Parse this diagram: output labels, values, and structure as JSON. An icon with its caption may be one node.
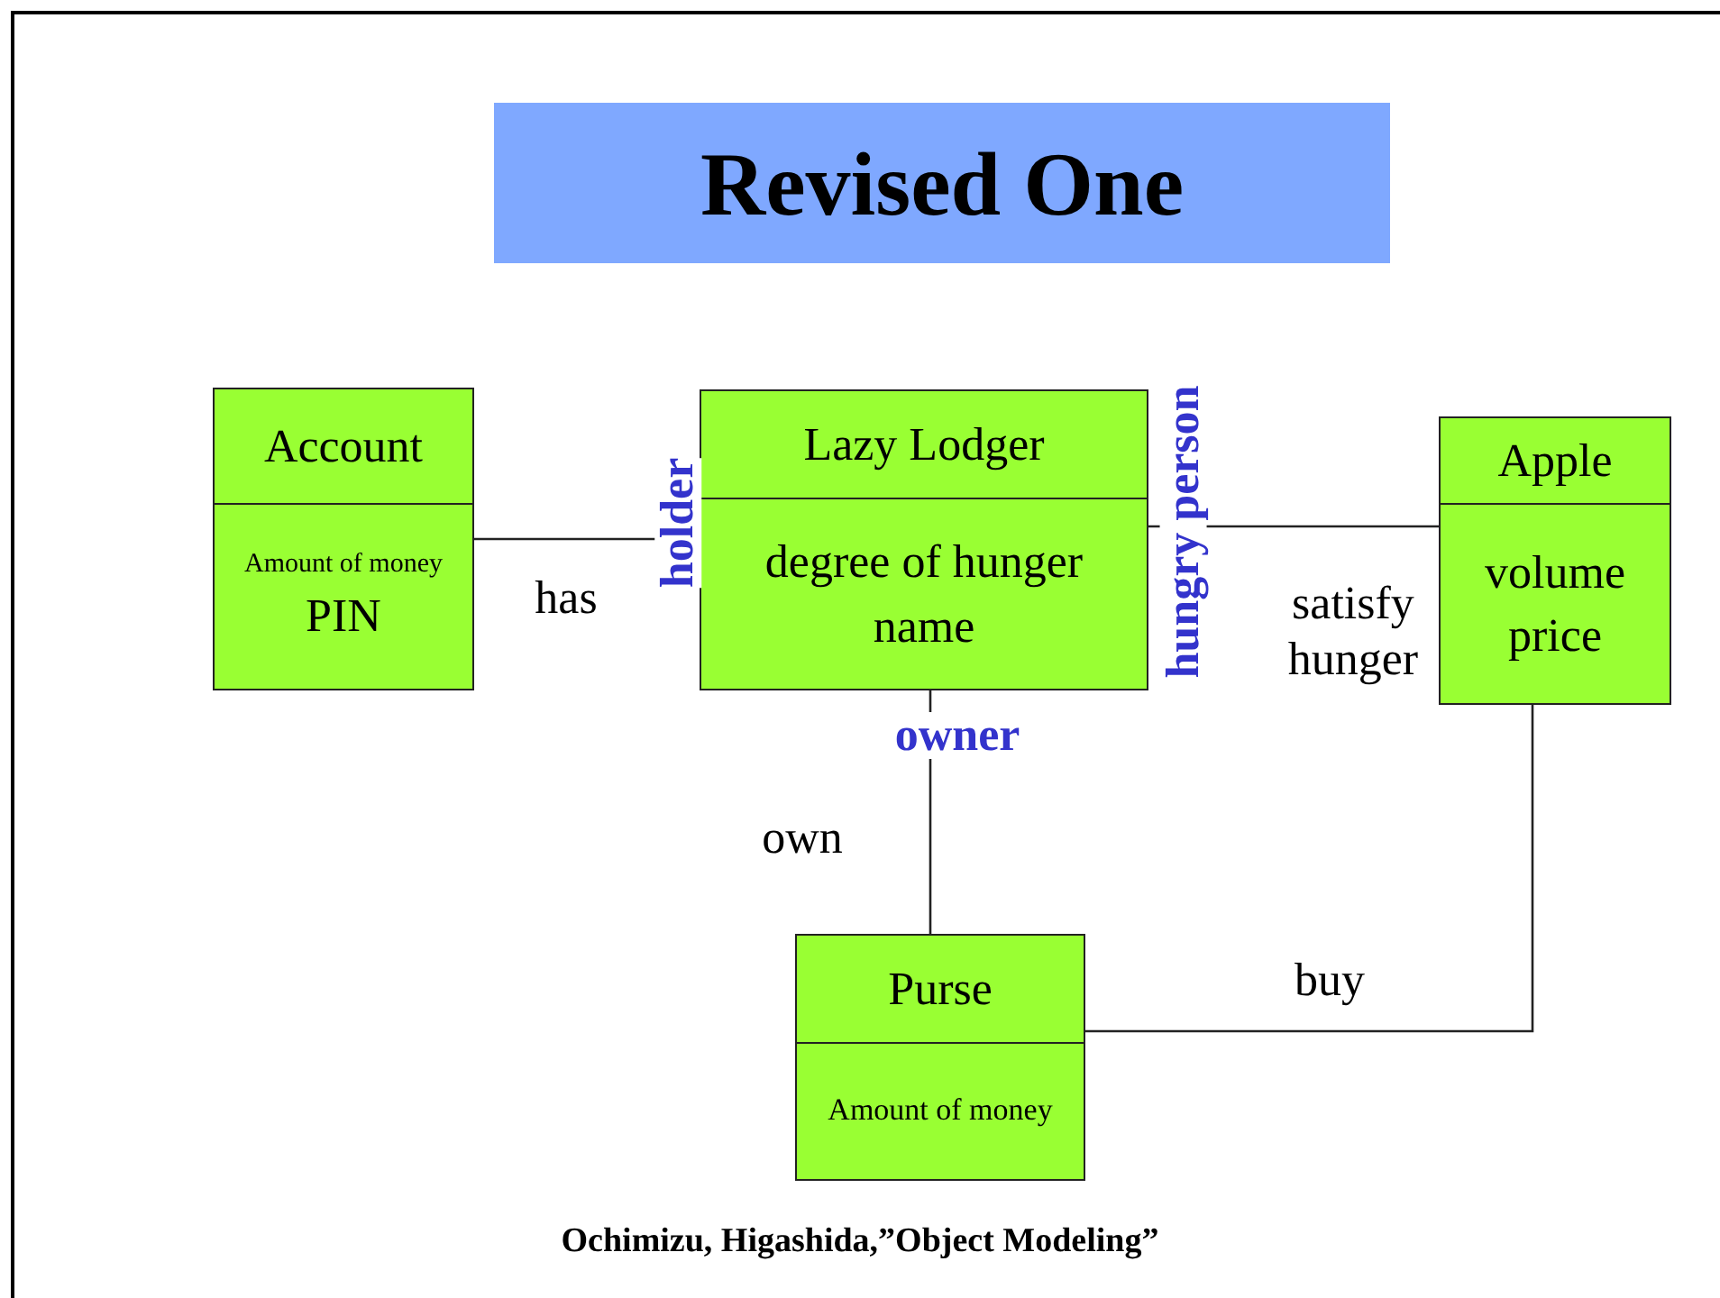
{
  "diagram": {
    "title": "Revised One",
    "caption": "Ochimizu, Higashida,”Object Modeling”",
    "nodes": [
      {
        "text": [
          "Account",
          "Amount of money",
          "PIN"
        ]
      },
      {
        "text": [
          "Lazy Lodger",
          "degree of hunger name"
        ]
      },
      {
        "text": [
          "Apple",
          "volume price"
        ]
      },
      {
        "text": [
          "Purse",
          "Amount of money"
        ]
      }
    ],
    "edges": [
      {
        "from": 0,
        "to": 1,
        "arrow": "none",
        "label": "has"
      },
      {
        "from": 1,
        "to": 2,
        "arrow": "none",
        "label": "satisfy hunger"
      },
      {
        "from": 1,
        "to": 3,
        "arrow": "none",
        "label": "own"
      },
      {
        "from": 3,
        "to": 2,
        "arrow": "none",
        "label": "buy"
      }
    ],
    "labels": [
      "holder",
      "hungry person",
      "owner"
    ]
  }
}
